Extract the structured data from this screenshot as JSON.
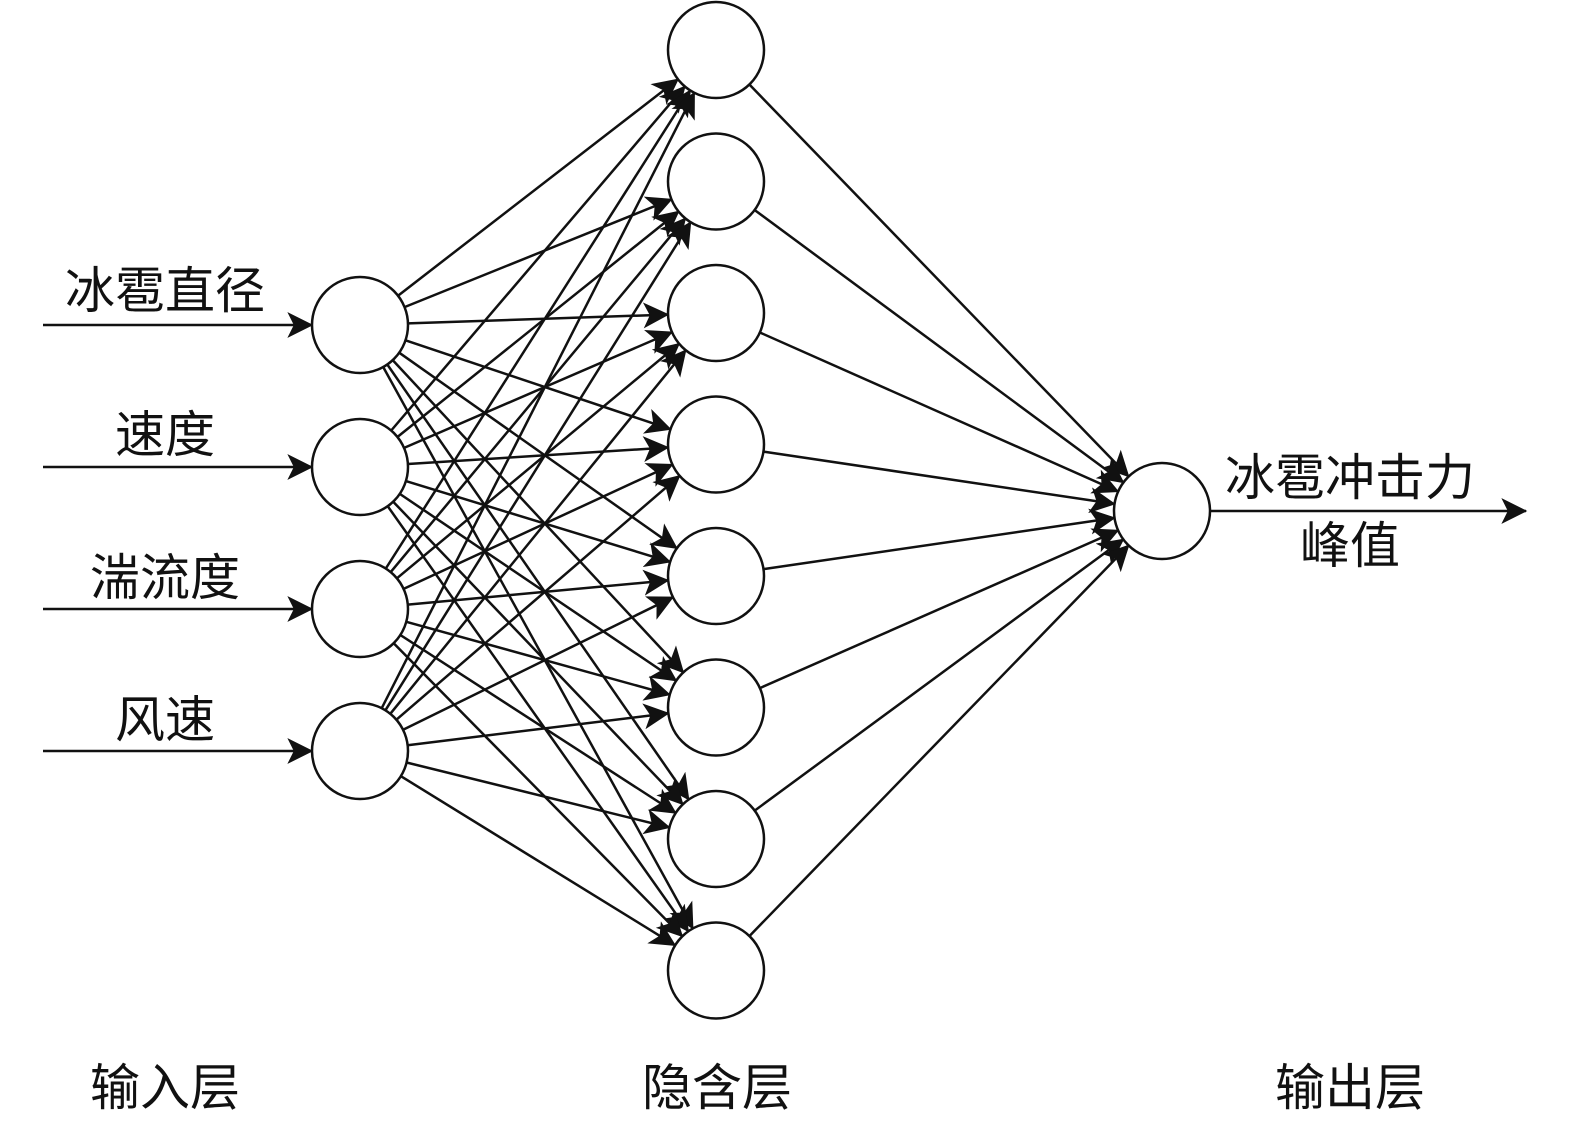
{
  "inputs": [
    "冰雹直径",
    "速度",
    "湍流度",
    "风速"
  ],
  "output": {
    "line1": "冰雹冲击力",
    "line2": "峰值"
  },
  "layers": {
    "input": "输入层",
    "hidden": "隐含层",
    "output": "输出层"
  },
  "network": {
    "input_count": 4,
    "hidden_count": 8,
    "output_count": 1
  },
  "colors": {
    "stroke": "#111111",
    "background": "#ffffff"
  }
}
